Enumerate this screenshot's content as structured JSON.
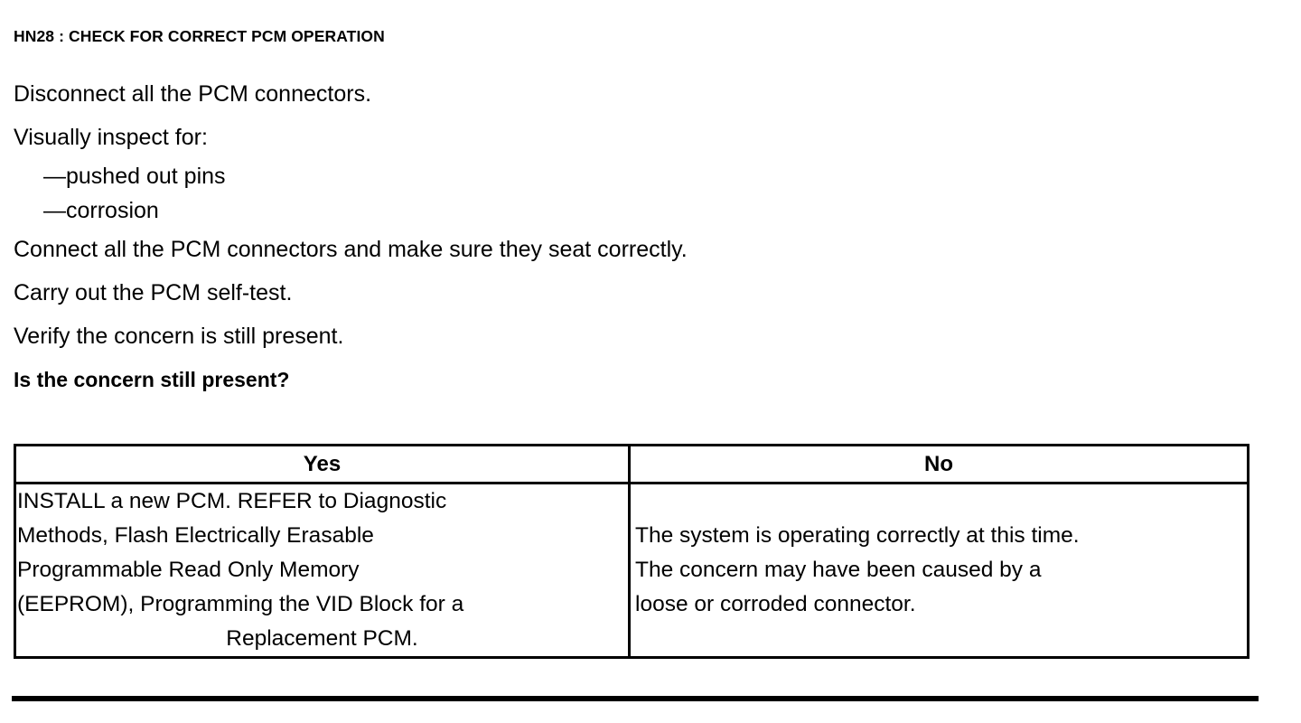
{
  "document": {
    "heading": "HN28 : CHECK FOR CORRECT PCM OPERATION",
    "steps": [
      "Disconnect all the PCM connectors.",
      "Visually inspect for:"
    ],
    "inspect_bullets": [
      "—pushed out pins",
      "—corrosion"
    ],
    "steps_after": [
      "Connect all the PCM connectors and make sure they seat correctly.",
      "Carry out the PCM self-test.",
      "Verify the concern is still present."
    ],
    "question": "Is the concern still present?"
  },
  "decision_table": {
    "headers": {
      "yes": "Yes",
      "no": "No"
    },
    "yes_cell": {
      "lines": [
        "INSTALL a new PCM. REFER to Diagnostic",
        "Methods, Flash Electrically Erasable",
        "Programmable Read Only Memory",
        "(EEPROM), Programming the VID Block for a"
      ],
      "last_line": "Replacement PCM."
    },
    "no_cell": {
      "lines": [
        "The system is operating correctly at this time.",
        "The concern may have been caused by a",
        "loose or corroded connector."
      ]
    }
  },
  "colors": {
    "text": "#000000",
    "background": "#ffffff",
    "border": "#000000"
  }
}
